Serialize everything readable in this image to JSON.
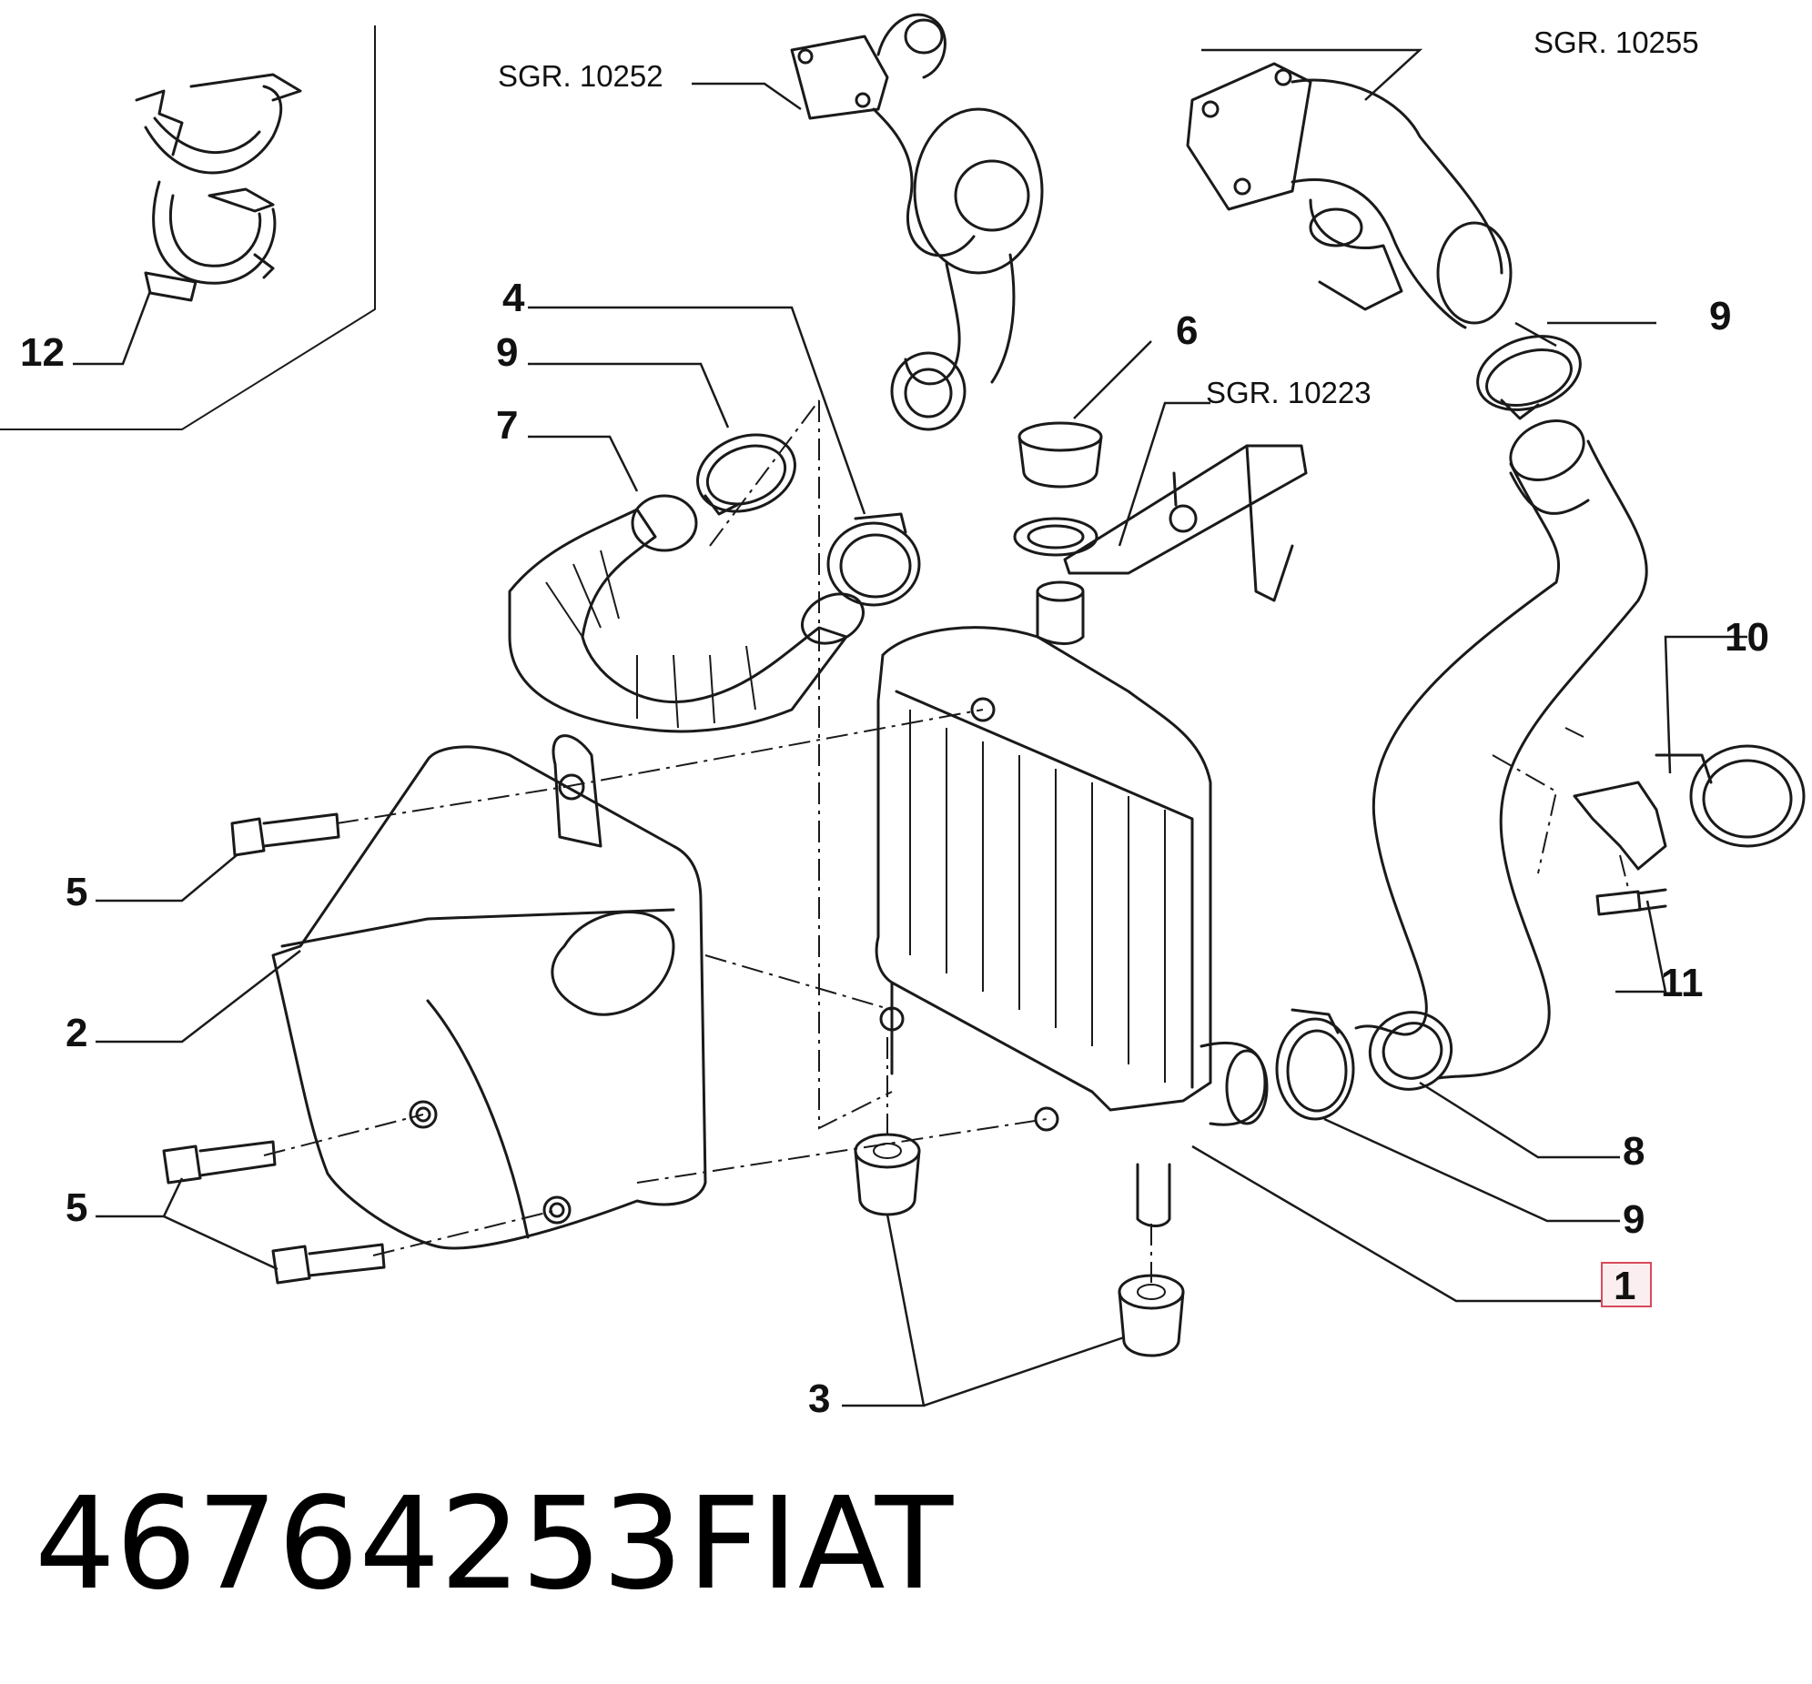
{
  "references": {
    "sgr_turbo": "SGR. 10252",
    "sgr_manifold": "SGR. 10255",
    "sgr_bracket": "SGR. 10223"
  },
  "callouts": {
    "c12": "12",
    "c4": "4",
    "c9a": "9",
    "c7": "7",
    "c6": "6",
    "c9b": "9",
    "c10": "10",
    "c5a": "5",
    "c2": "2",
    "c11": "11",
    "c8": "8",
    "c9c": "9",
    "c5b": "5",
    "c1": "1",
    "c3": "3"
  },
  "highlighted_callout": "1",
  "footer": {
    "part_number": "46764253",
    "brand": "FIAT"
  },
  "colors": {
    "line": "#1a1a1a",
    "highlight_border": "#d94a5a",
    "highlight_fill": "#fbeef0"
  }
}
